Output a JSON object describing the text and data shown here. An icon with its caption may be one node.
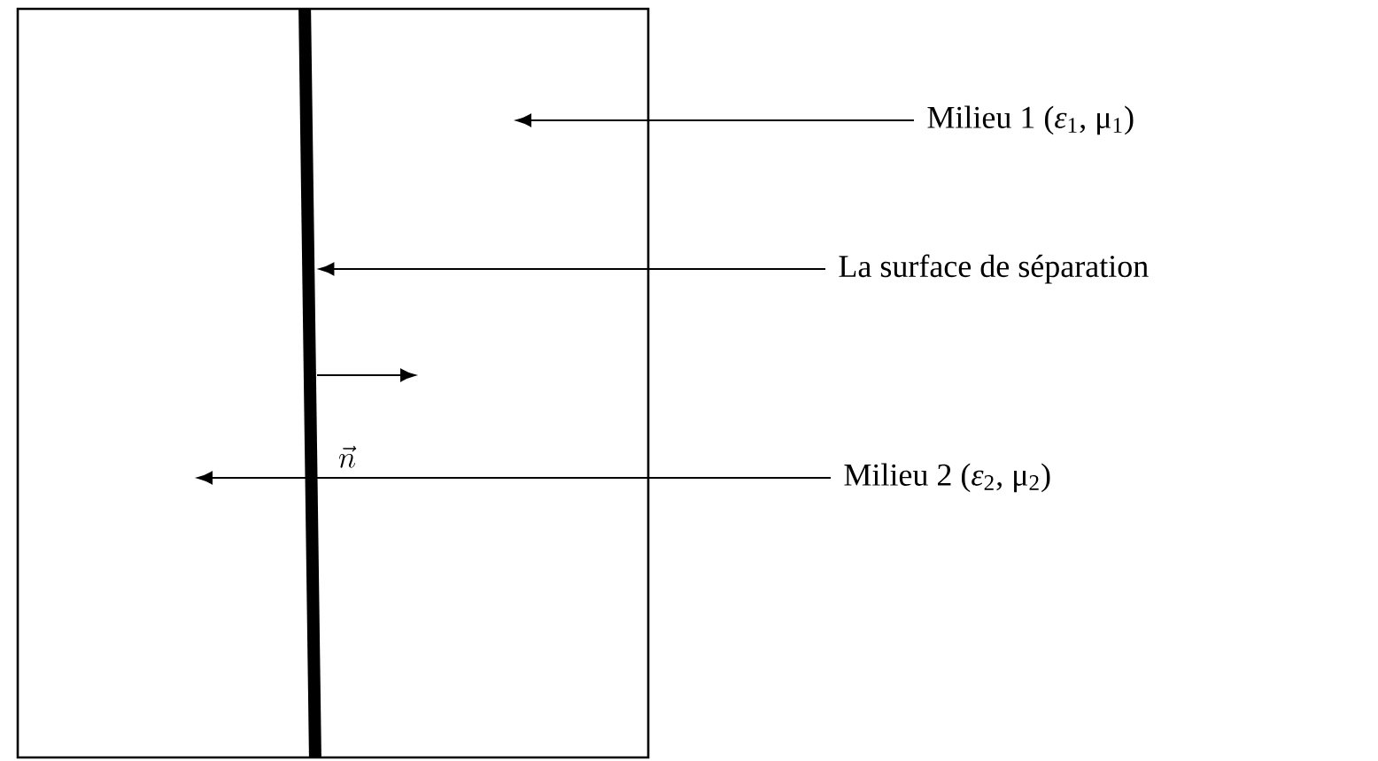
{
  "diagram": {
    "nodes": [
      {
        "text": [],
        "shape": "bar"
      },
      {
        "text": [
          "Milieu 1 (*ε*$_{1}$, μ$_{1}$)"
        ]
      },
      {
        "text": [
          "La surface de séparation"
        ]
      },
      {
        "text": [
          "Milieu 2 (*ε*$_{2}$, μ$_{2}$)"
        ]
      }
    ],
    "edges": [
      {
        "from": 1,
        "to": null,
        "arrow": "to"
      },
      {
        "from": 2,
        "to": 0,
        "arrow": "to"
      },
      {
        "from": 3,
        "to": null,
        "arrow": "to"
      }
    ],
    "labels": [
      "\\vec{n}"
    ]
  }
}
